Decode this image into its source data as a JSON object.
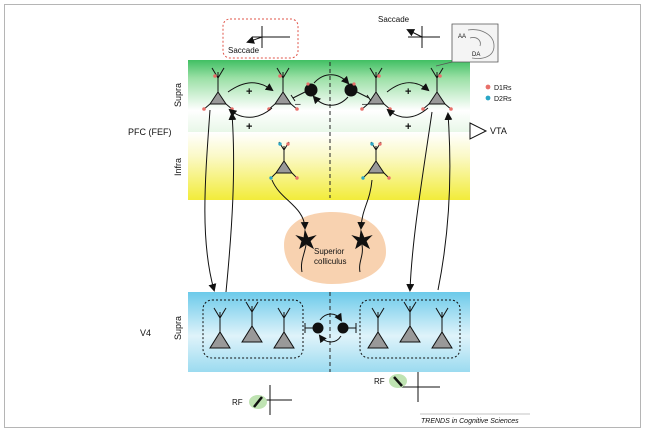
{
  "labels": {
    "saccade_left": "Saccade",
    "saccade_right": "Saccade",
    "supra_pfc": "Supra",
    "infra": "Infra",
    "pfc_fef": "PFC (FEF)",
    "vta": "VTA",
    "d1rs": "D1Rs",
    "d2rs": "D2Rs",
    "aa": "AA",
    "da": "DA",
    "superior_colliculus_line1": "Superior",
    "superior_colliculus_line2": "colliculus",
    "v4": "V4",
    "supra_v4": "Supra",
    "rf_left": "RF",
    "rf_right": "RF",
    "plus": "+",
    "minus": "–",
    "footer": "TRENDS in Cognitive Sciences"
  },
  "colors": {
    "pfc_supra_band": "#4cc46a",
    "infra_band": "#f2ee4a",
    "v4_band": "#5fc4e8",
    "colliculus_fill": "#f8d2b0",
    "d1_dot": "#e8706a",
    "d2_dot": "#2aa6c6",
    "rf_patch": "#bfe3b2",
    "saccade_box_border": "#e0554a"
  }
}
